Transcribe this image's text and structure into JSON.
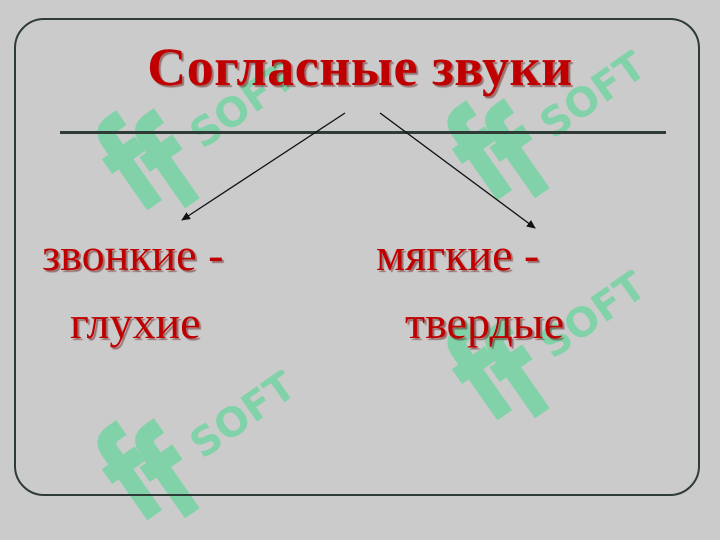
{
  "slide": {
    "title": "Согласные звуки",
    "left": {
      "line1": "звонкие -",
      "line2": "глухие"
    },
    "right": {
      "line1": "мягкие -",
      "line2": "твердые"
    },
    "watermark": {
      "text": "SOFT",
      "color": "#3fd38a"
    },
    "colors": {
      "background": "#cbcbcb",
      "text": "#c00000",
      "lines": "#2f3b36"
    }
  }
}
